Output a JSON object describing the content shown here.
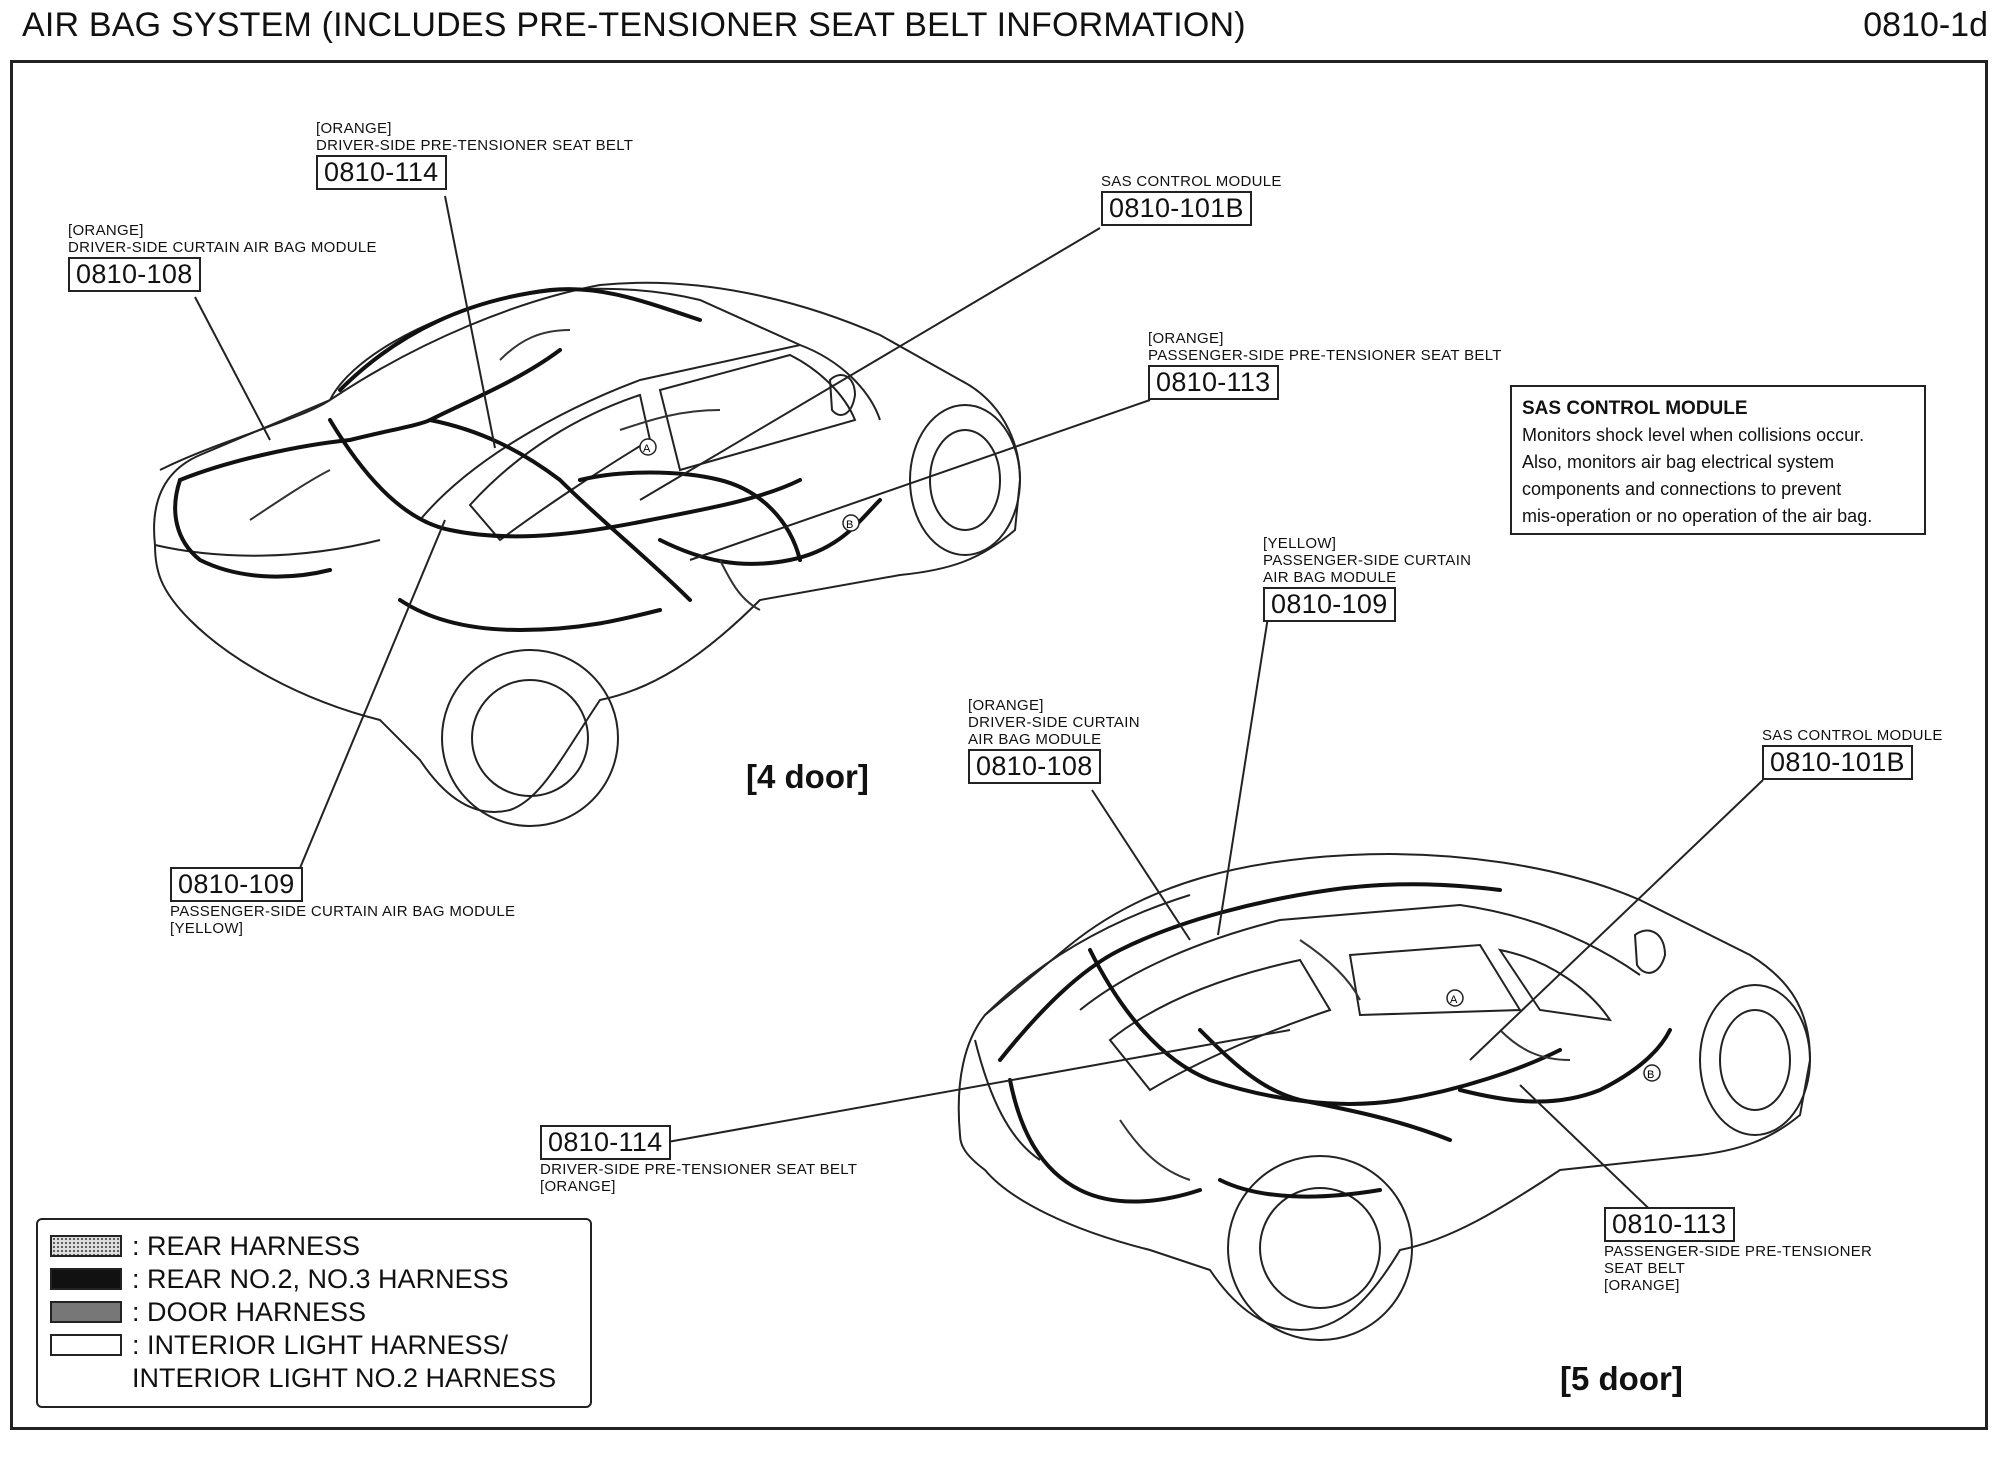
{
  "header": {
    "title": "AIR BAG SYSTEM (INCLUDES PRE-TENSIONER SEAT BELT INFORMATION)",
    "page_code": "0810-1d"
  },
  "callouts": {
    "four_door": {
      "driver_pretensioner": {
        "color": "[ORANGE]",
        "name": "DRIVER-SIDE PRE-TENSIONER SEAT BELT",
        "code": "0810-114"
      },
      "driver_curtain": {
        "color": "[ORANGE]",
        "name": "DRIVER-SIDE CURTAIN AIR BAG MODULE",
        "code": "0810-108"
      },
      "sas_module": {
        "name": "SAS CONTROL MODULE",
        "code": "0810-101B"
      },
      "passenger_pretensioner": {
        "color": "[ORANGE]",
        "name": "PASSENGER-SIDE PRE-TENSIONER SEAT BELT",
        "code": "0810-113"
      },
      "passenger_curtain": {
        "code": "0810-109",
        "name": "PASSENGER-SIDE CURTAIN AIR BAG MODULE",
        "color": "[YELLOW]"
      }
    },
    "five_door": {
      "passenger_curtain": {
        "color": "[YELLOW]",
        "name_line1": "PASSENGER-SIDE CURTAIN",
        "name_line2": "AIR BAG MODULE",
        "code": "0810-109"
      },
      "driver_curtain": {
        "color": "[ORANGE]",
        "name_line1": "DRIVER-SIDE CURTAIN",
        "name_line2": "AIR BAG MODULE",
        "code": "0810-108"
      },
      "sas_module": {
        "name": "SAS CONTROL MODULE",
        "code": "0810-101B"
      },
      "driver_pretensioner": {
        "code": "0810-114",
        "name": "DRIVER-SIDE PRE-TENSIONER SEAT BELT",
        "color": "[ORANGE]"
      },
      "passenger_pretensioner": {
        "code": "0810-113",
        "name_line1": "PASSENGER-SIDE PRE-TENSIONER",
        "name_line2": "SEAT BELT",
        "color": "[ORANGE]"
      }
    }
  },
  "info_box": {
    "title": "SAS CONTROL MODULE",
    "lines": [
      "Monitors shock level when collisions occur.",
      "Also, monitors air bag electrical system",
      "components and connections to prevent",
      "mis-operation or no operation of the air bag."
    ]
  },
  "door_labels": {
    "four_door": "[4 door]",
    "five_door": "[5 door]"
  },
  "legend": {
    "items": [
      {
        "label": ": REAR HARNESS",
        "swatch_color": "#bdbdbd",
        "pattern": "dotted"
      },
      {
        "label": ": REAR NO.2, NO.3 HARNESS",
        "swatch_color": "#111111",
        "pattern": "solid"
      },
      {
        "label": ": DOOR HARNESS",
        "swatch_color": "#777777",
        "pattern": "solid"
      },
      {
        "label_line1": ": INTERIOR LIGHT HARNESS/",
        "label_line2": "INTERIOR LIGHT NO.2 HARNESS",
        "swatch_color": "#ffffff",
        "pattern": "outline"
      }
    ]
  },
  "connector_markers": [
    "A",
    "B"
  ],
  "colors": {
    "line": "#222222",
    "background": "#ffffff"
  }
}
